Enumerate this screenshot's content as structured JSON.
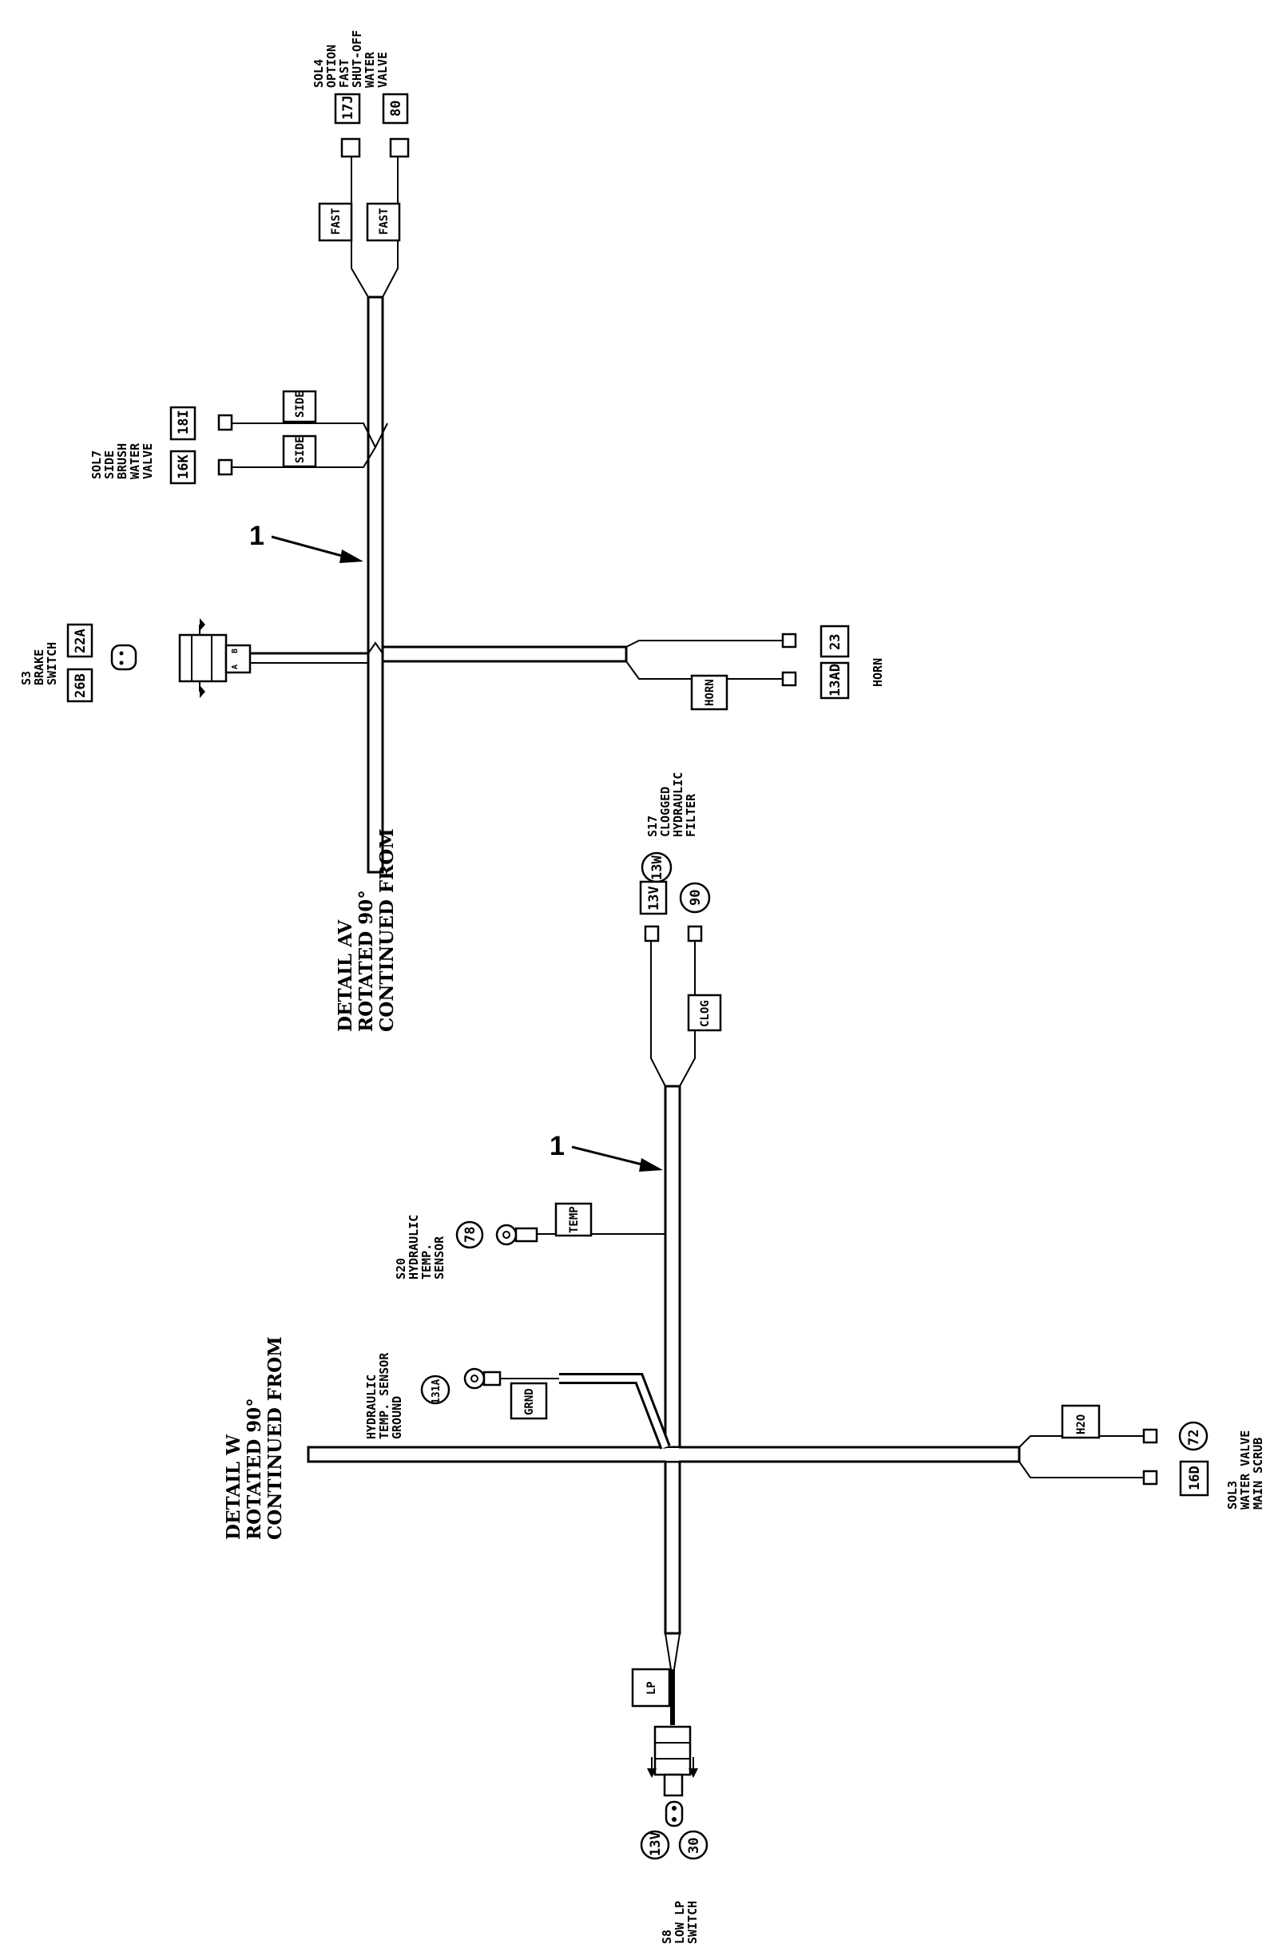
{
  "details": {
    "av": [
      "DETAIL AV",
      "ROTATED 90°",
      "CONTINUED FROM"
    ],
    "w": [
      "DETAIL W",
      "ROTATED 90°",
      "CONTINUED FROM"
    ]
  },
  "callouts": {
    "upper": "1",
    "lower": "1"
  },
  "components": {
    "sol4": {
      "lines": [
        "SOL4",
        "OPTION",
        "FAST",
        "SHUT-OFF",
        "WATER",
        "VALVE"
      ],
      "tags": [
        "17J",
        "80"
      ],
      "branch_labels": [
        "FAST",
        "FAST"
      ]
    },
    "sol7": {
      "lines": [
        "SOL7",
        "SIDE",
        "BRUSH",
        "WATER",
        "VALVE"
      ],
      "tags": [
        "16K",
        "18I"
      ],
      "branch_labels": [
        "SIDE",
        "SIDE"
      ]
    },
    "s3": {
      "lines": [
        "S3",
        "BRAKE",
        "SWITCH"
      ],
      "tags": [
        "26B",
        "22A"
      ],
      "pins": [
        "A",
        "B"
      ]
    },
    "horn": {
      "label": "HORN",
      "tags": [
        "13AD",
        "23"
      ],
      "branch_label": "HORN"
    },
    "s17": {
      "lines": [
        "S17",
        "CLOGGED",
        "HYDRAULIC",
        "FILTER"
      ],
      "tags": [
        "13V",
        "13W",
        "90"
      ],
      "branch_label": "CLOG"
    },
    "s20": {
      "lines": [
        "S20",
        "HYDRAULIC",
        "TEMP.",
        "SENSOR"
      ],
      "tag": "78",
      "branch_label": "TEMP"
    },
    "ground": {
      "lines": [
        "HYDRAULIC",
        "TEMP. SENSOR",
        "GROUND"
      ],
      "tag": "131A",
      "branch_label": "GRND"
    },
    "sol3": {
      "lines": [
        "SOL3",
        "WATER VALVE",
        "MAIN SCRUB"
      ],
      "tags": [
        "16D",
        "72"
      ],
      "branch_label": "H2O"
    },
    "s8": {
      "lines": [
        "S8",
        "LOW LP",
        "SWITCH"
      ],
      "tags": [
        "13V",
        "30"
      ],
      "branch_label": "LP"
    }
  }
}
